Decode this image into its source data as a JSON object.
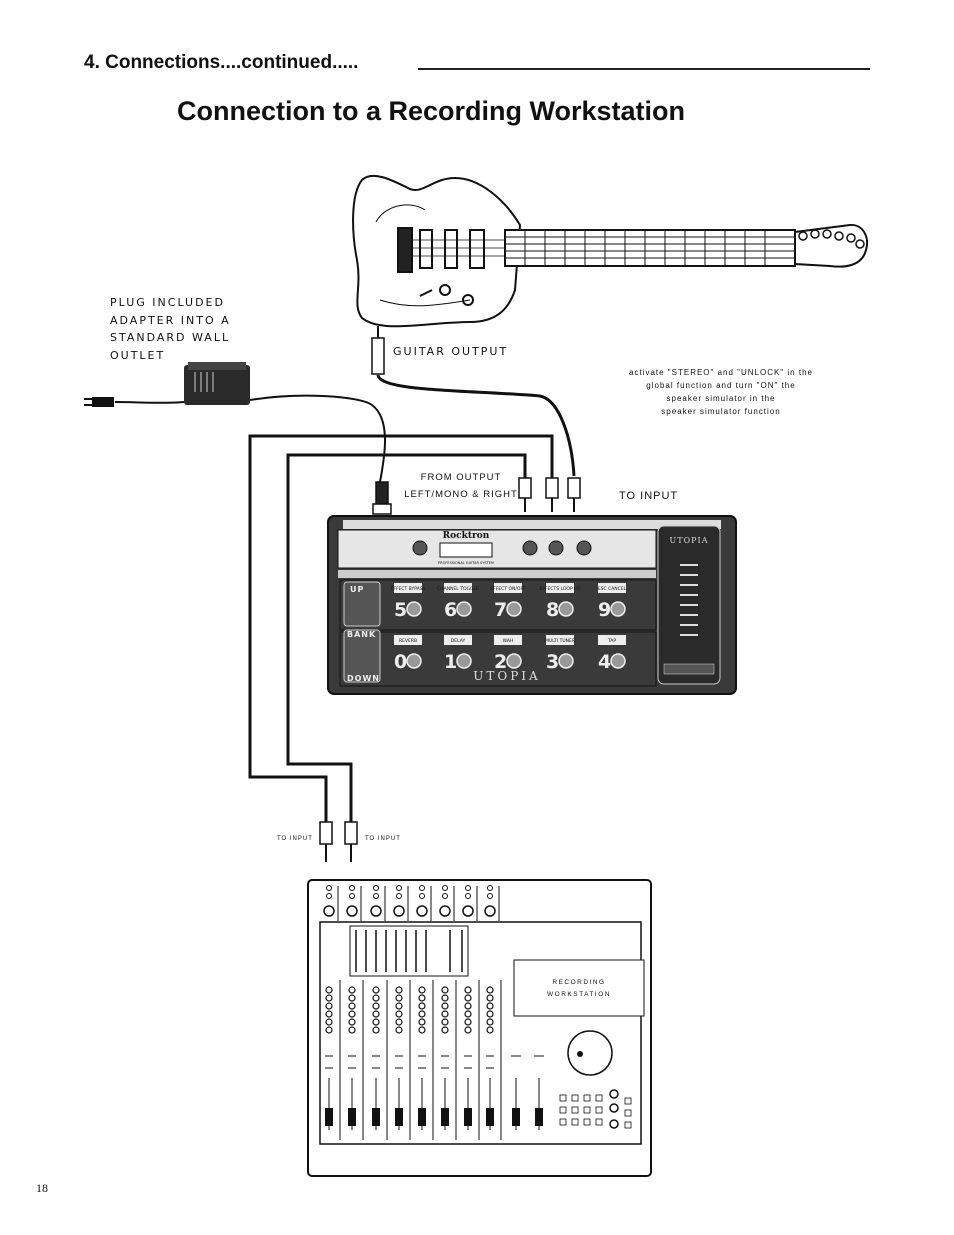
{
  "header": {
    "section": "4. Connections....continued.....",
    "title": "Connection to a Recording Workstation"
  },
  "notes": {
    "plug_adapter": "PLUG INCLUDED ADAPTER INTO A STANDARD WALL OUTLET",
    "guitar_output": "GUITAR OUTPUT",
    "setup_line1": "activate \"STEREO\" and \"UNLOCK\" in the",
    "setup_line2": "global function and turn \"ON\" the",
    "setup_line3": "speaker simulator in the",
    "setup_line4": "speaker simulator function",
    "from_output_line1": "FROM OUTPUT",
    "from_output_line2": "LEFT/MONO & RIGHT",
    "to_input_pedal": "TO INPUT",
    "to_input_left": "TO INPUT",
    "to_input_right": "TO INPUT"
  },
  "pedalboard": {
    "brand": "Rocktron",
    "model": "UTOPIA",
    "tagline": "PROFESSIONAL GUITAR SYSTEM",
    "up_label": "UP",
    "bank_label": "BANK",
    "down_label": "DOWN",
    "top_row": [
      {
        "digit": "5",
        "label": "EFFECT BYPASS"
      },
      {
        "digit": "6",
        "label": "CHANNEL TOGGLE"
      },
      {
        "digit": "7",
        "label": "EFFECT ON/OFF"
      },
      {
        "digit": "8",
        "label": "EFFECTS LOOP I/O"
      },
      {
        "digit": "9",
        "label": "ESC CANCEL"
      }
    ],
    "bottom_row": [
      {
        "digit": "0",
        "label": "REVERB"
      },
      {
        "digit": "1",
        "label": "DELAY"
      },
      {
        "digit": "2",
        "label": "WAH"
      },
      {
        "digit": "3",
        "label": "MULTI TUNER"
      },
      {
        "digit": "4",
        "label": "TAP"
      }
    ]
  },
  "workstation": {
    "label_line1": "RECORDING",
    "label_line2": "WORKSTATION"
  },
  "footer": {
    "page_number": "18"
  }
}
